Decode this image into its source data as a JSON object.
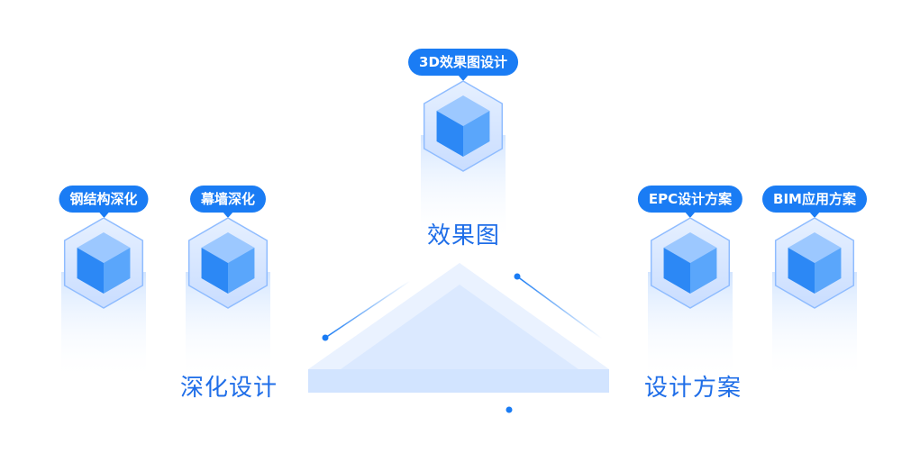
{
  "center_label": "效果图",
  "left_label": "深化设计",
  "right_label": "设计方案",
  "nodes": [
    {
      "id": "steel",
      "tag": "钢结构深化",
      "icon": "cube-icon"
    },
    {
      "id": "curtain",
      "tag": "幕墙深化",
      "icon": "cube-icon"
    },
    {
      "id": "render3d",
      "tag": "3D效果图设计",
      "icon": "cube-icon"
    },
    {
      "id": "epc",
      "tag": "EPC设计方案",
      "icon": "cube-icon"
    },
    {
      "id": "bim",
      "tag": "BIM应用方案",
      "icon": "cube-icon"
    }
  ],
  "colors": {
    "accent": "#1a7cf4",
    "label": "#1f6ee8",
    "cube_top": "#9cc8ff",
    "cube_left": "#2c88f5",
    "cube_right": "#5aa6fb",
    "triangle": "#e3eeff"
  }
}
